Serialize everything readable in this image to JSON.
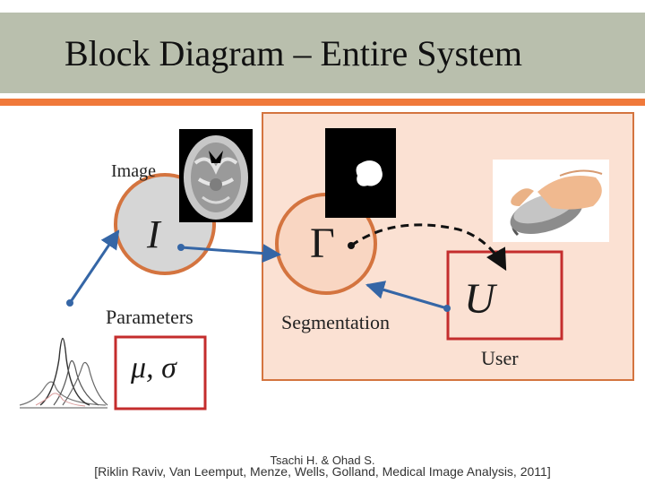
{
  "title": "Block Diagram – Entire System",
  "labels": {
    "image": "Image",
    "parameters": "Parameters",
    "segmentation": "Segmentation",
    "user": "User"
  },
  "symbols": {
    "image": "I",
    "segmentation": "Γ",
    "user": "U",
    "parameters": "μ, σ"
  },
  "footer": {
    "author": "Tsachi H. & Ohad S.",
    "citation": "[Riklin Raviv, Van Leemput, Menze, Wells, Golland, Medical Image Analysis, 2011]"
  },
  "colors": {
    "accent": "#d4743f",
    "title_bar": "#b9bfad",
    "panel": "#fbe1d3",
    "arrow": "#3566a6",
    "node_fill": "#d6d6d6"
  },
  "icons": [
    "brain-mri-image",
    "segmentation-mask-image",
    "computer-mouse-hand-image",
    "gaussian-curves-icon"
  ]
}
